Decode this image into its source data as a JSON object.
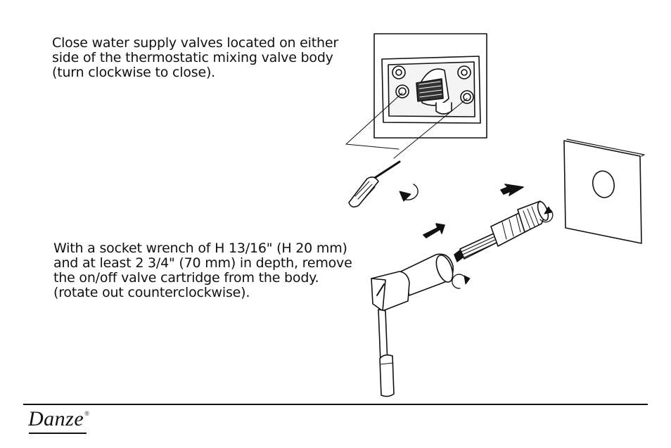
{
  "steps": [
    {
      "text": "Close water supply valves located on either side of the thermostatic mixing valve body (turn clockwise to close)."
    },
    {
      "text": "With a socket wrench of H 13/16\" (H 20 mm) and at least 2 3/4\" (70 mm) in depth, remove the on/off valve cartridge from the body. (rotate out counterclockwise)."
    }
  ],
  "brand": {
    "logo_text": "Danze",
    "registered_mark": "®"
  },
  "icons": [
    "screwdriver-icon",
    "rotate-arrow-icon",
    "direction-arrow-icon",
    "socket-wrench-icon",
    "valve-cartridge-icon",
    "trim-plate-icon"
  ]
}
